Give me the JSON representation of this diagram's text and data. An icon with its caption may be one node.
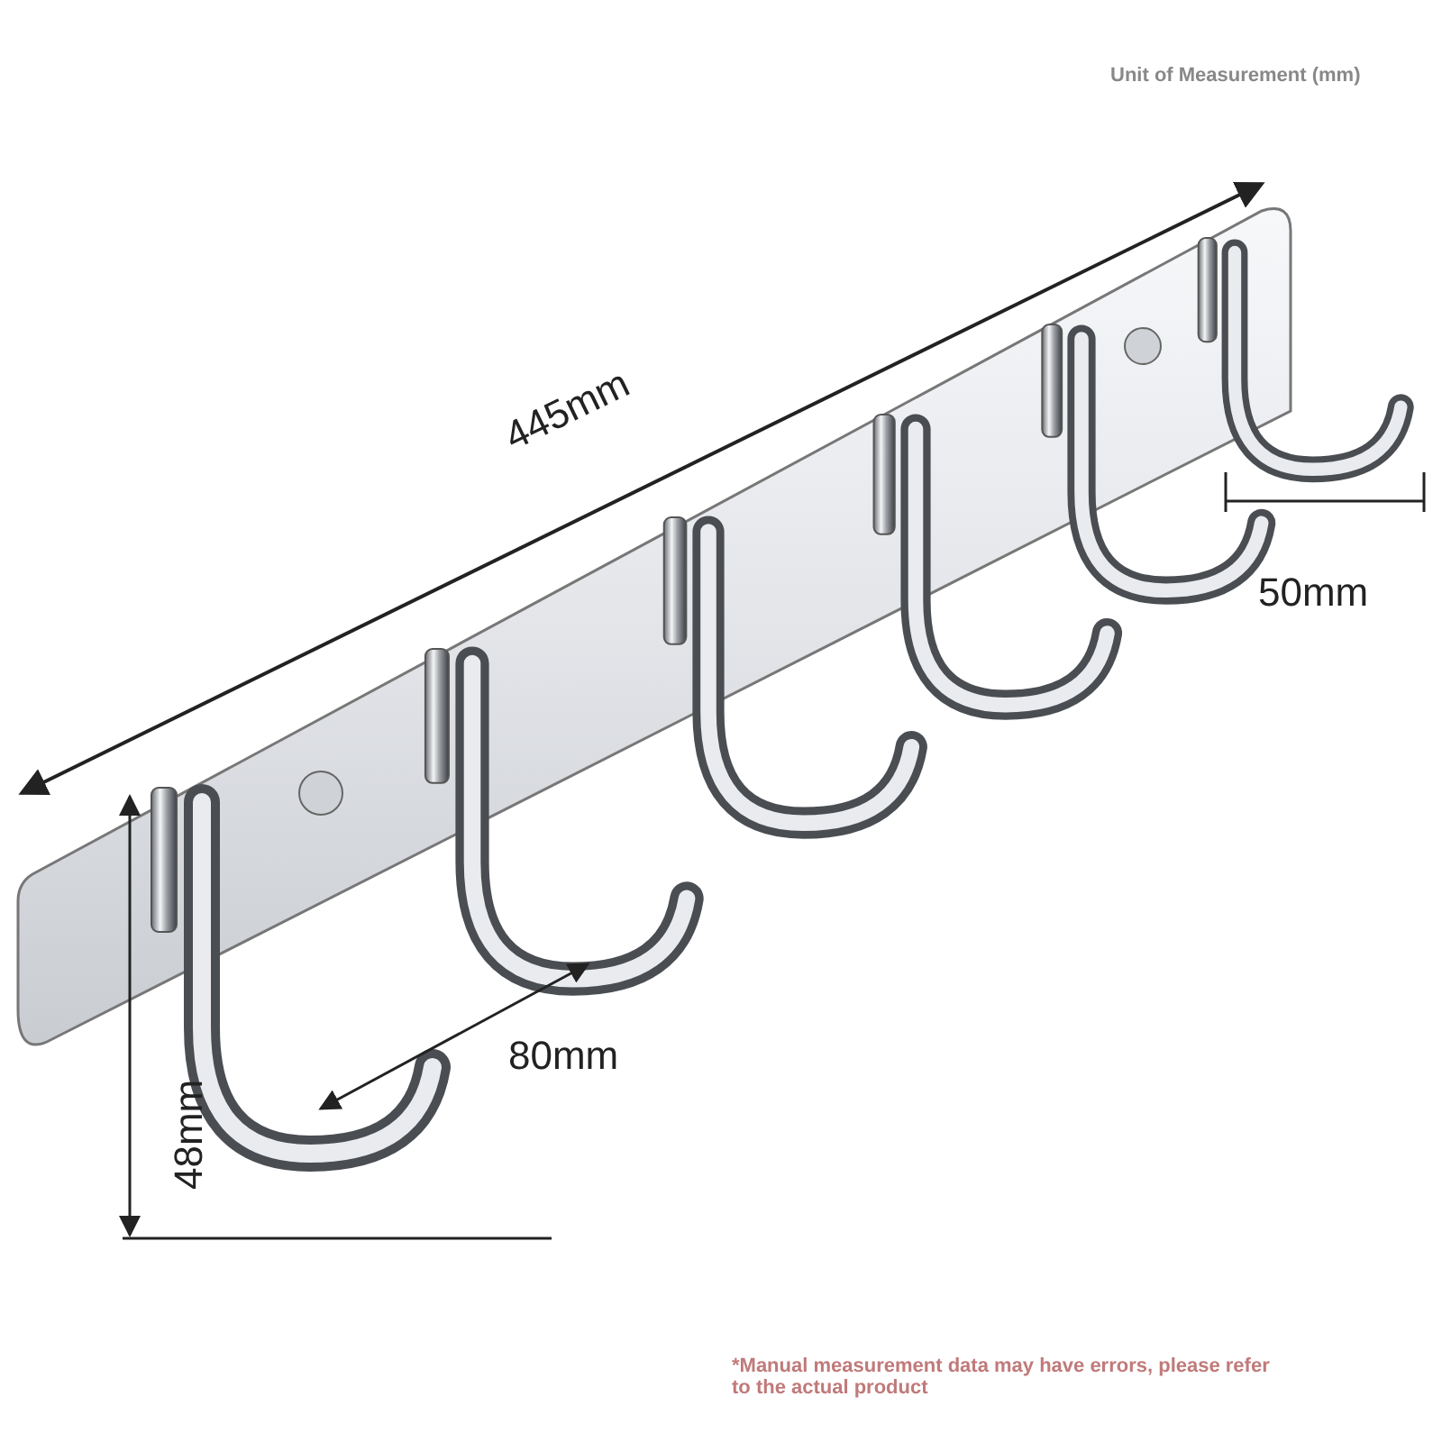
{
  "diagram": {
    "labels": [
      "Unit of Measurement (mm)",
      "445mm",
      "50mm",
      "80mm",
      "48mm",
      "*Manual measurement data may have errors, please refer to the actual product"
    ]
  }
}
